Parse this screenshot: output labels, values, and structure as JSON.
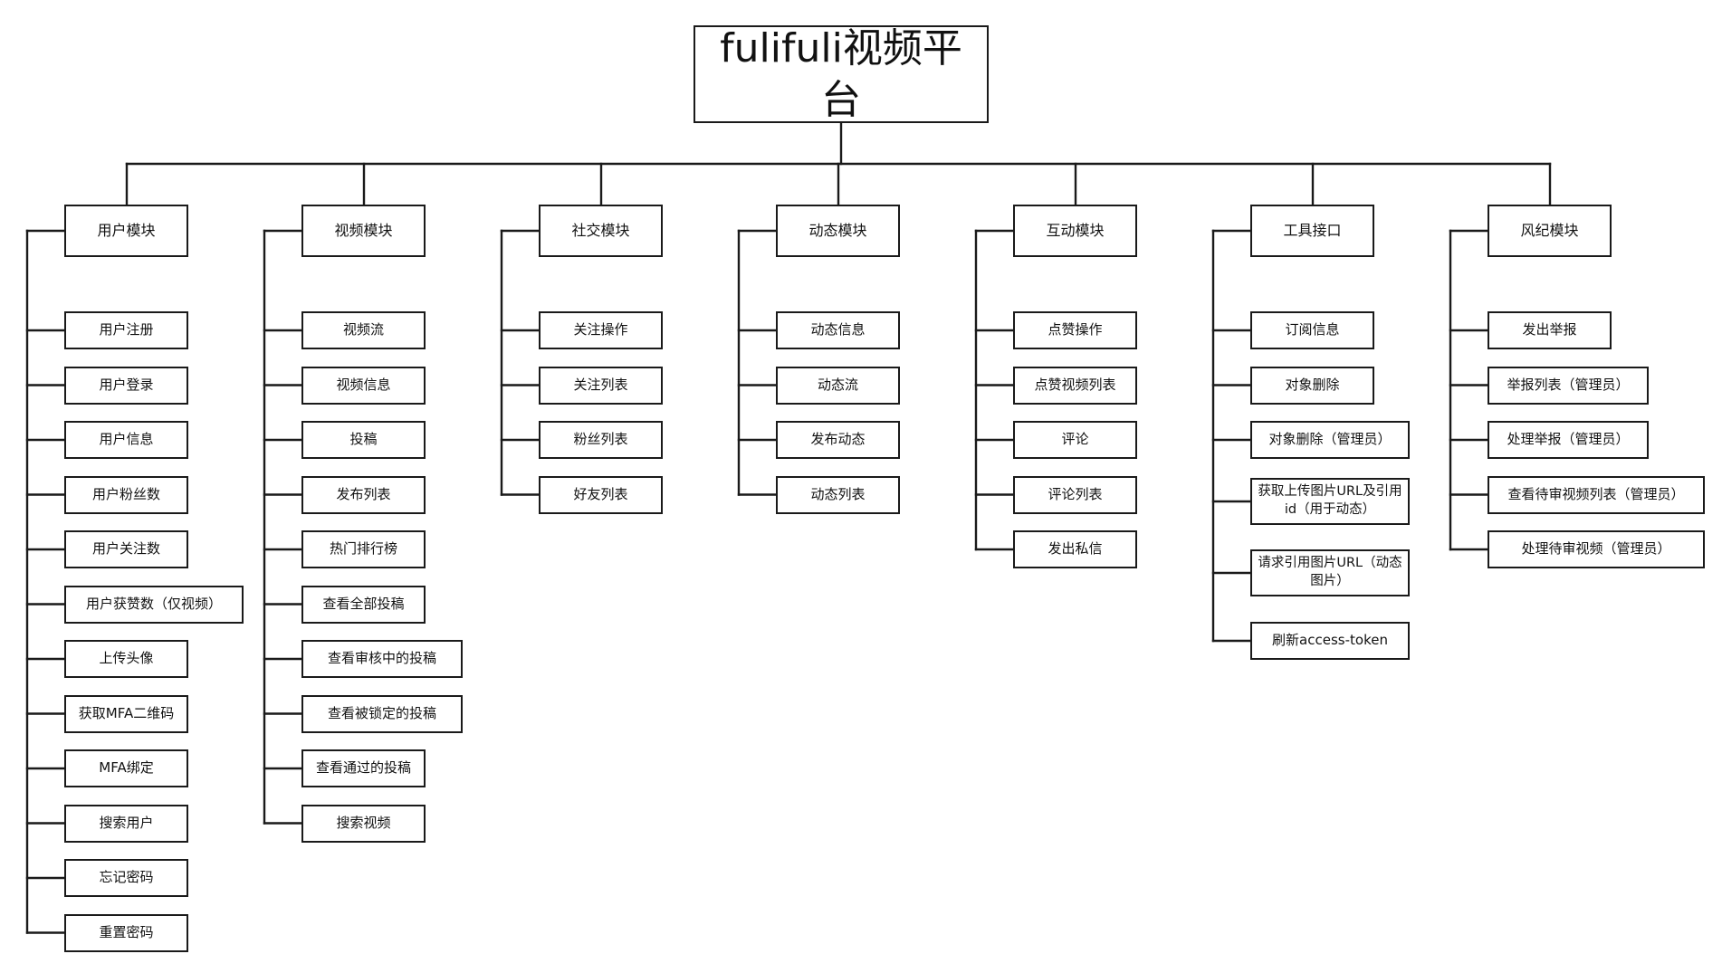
{
  "title": "fulifuli视频平台",
  "modules": [
    {
      "name": "用户模块",
      "items": [
        "用户注册",
        "用户登录",
        "用户信息",
        "用户粉丝数",
        "用户关注数",
        "用户获赞数（仅视频）",
        "上传头像",
        "获取MFA二维码",
        "MFA绑定",
        "搜索用户",
        "忘记密码",
        "重置密码"
      ]
    },
    {
      "name": "视频模块",
      "items": [
        "视频流",
        "视频信息",
        "投稿",
        "发布列表",
        "热门排行榜",
        "查看全部投稿",
        "查看审核中的投稿",
        "查看被锁定的投稿",
        "查看通过的投稿",
        "搜索视频"
      ]
    },
    {
      "name": "社交模块",
      "items": [
        "关注操作",
        "关注列表",
        "粉丝列表",
        "好友列表"
      ]
    },
    {
      "name": "动态模块",
      "items": [
        "动态信息",
        "动态流",
        "发布动态",
        "动态列表"
      ]
    },
    {
      "name": "互动模块",
      "items": [
        "点赞操作",
        "点赞视频列表",
        "评论",
        "评论列表",
        "发出私信"
      ]
    },
    {
      "name": "工具接口",
      "items": [
        "订阅信息",
        "对象删除",
        "对象删除（管理员）",
        "获取上传图片URL及引用id（用于动态）",
        "请求引用图片URL（动态图片）",
        "刷新access-token"
      ]
    },
    {
      "name": "风纪模块",
      "items": [
        "发出举报",
        "举报列表（管理员）",
        "处理举报（管理员）",
        "查看待审视频列表（管理员）",
        "处理待审视频（管理员）"
      ]
    }
  ]
}
